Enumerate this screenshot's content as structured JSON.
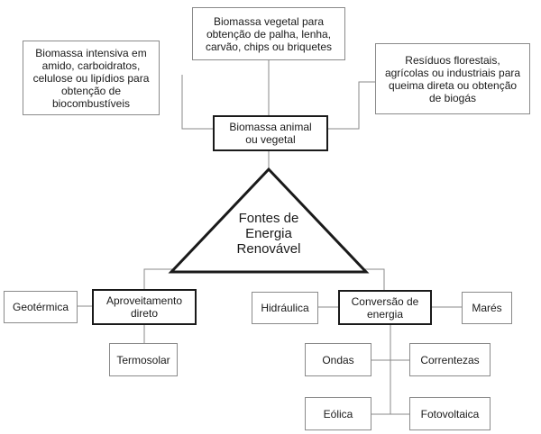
{
  "top_notes": {
    "left": "Biomassa intensiva em\namido, carboidratos,\ncelulose ou  lipídios para\nobtenção de\nbiocombustíveis",
    "center": "Biomassa vegetal para\nobtenção de palha, lenha,\ncarvão, chips ou briquetes",
    "right": "Resíduos florestais,\nagrícolas ou industriais para\nqueima direta ou obtenção\nde biogás"
  },
  "biomass_box": "Biomassa  animal\nou vegetal",
  "center_label": "Fontes de\nEnergia\nRenovável",
  "left_branch": {
    "main": "Aproveitamento\ndireto",
    "geotermica": "Geotérmica",
    "termosolar": "Termosolar"
  },
  "right_branch": {
    "main": "Conversão de\nenergia",
    "hidraulica": "Hidráulica",
    "mares": "Marés",
    "ondas": "Ondas",
    "correntezas": "Correntezas",
    "eolica": "Eólica",
    "fotovoltaica": "Fotovoltaica"
  },
  "colors": {
    "line": "#8a8a8a",
    "ink": "#1a1a1a",
    "background": "#ffffff"
  }
}
